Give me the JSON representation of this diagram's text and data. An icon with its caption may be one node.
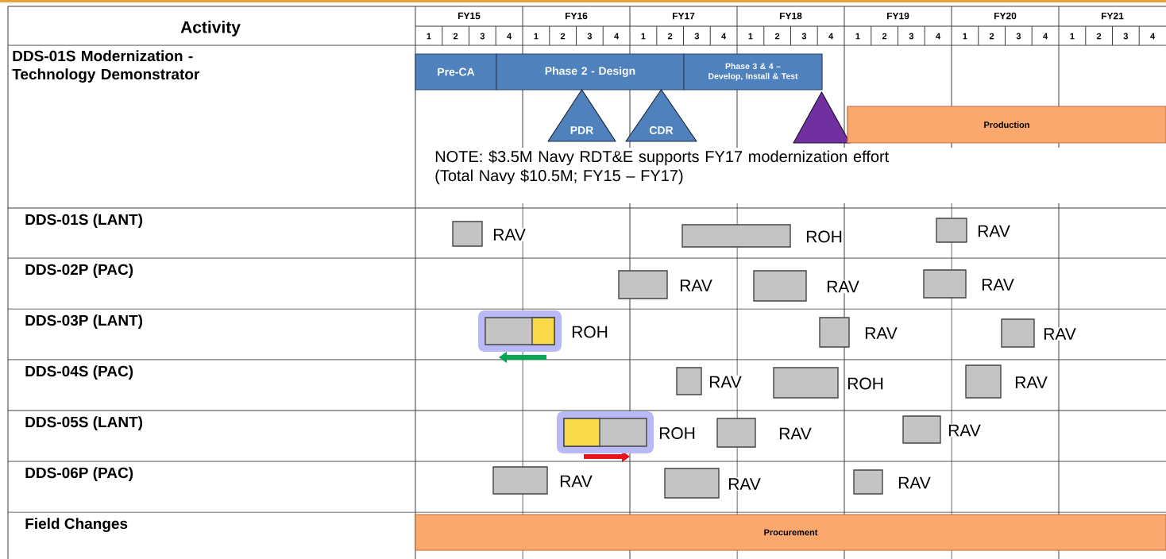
{
  "diagram": {
    "nodes": [
      {
        "text": [
          "Pre-CA"
        ]
      },
      {
        "text": [
          "Phase 2 - Design"
        ]
      },
      {
        "text": [
          "Phase 3 & 4 – Develop, Install & Test"
        ]
      },
      {
        "text": [
          "PDR"
        ]
      },
      {
        "text": [
          "CDR"
        ]
      },
      {
        "text": [],
        "shape": "triangle"
      },
      {
        "text": [
          "Production"
        ]
      },
      {
        "text": [],
        "shape": "bar",
        "beside": [
          "RAV"
        ]
      },
      {
        "text": [],
        "shape": "bar",
        "beside": [
          "ROH"
        ]
      },
      {
        "text": [],
        "shape": "bar",
        "beside": [
          "RAV"
        ]
      },
      {
        "text": [],
        "shape": "bar",
        "beside": [
          "RAV"
        ]
      },
      {
        "text": [],
        "shape": "bar",
        "beside": [
          "RAV"
        ]
      },
      {
        "text": [],
        "shape": "bar",
        "beside": [
          "RAV"
        ]
      },
      {
        "text": [],
        "shape": "bar",
        "beside": [
          "ROH"
        ]
      },
      {
        "text": [],
        "shape": "bar",
        "beside": [
          "RAV"
        ]
      },
      {
        "text": [],
        "shape": "bar",
        "beside": [
          "RAV"
        ]
      },
      {
        "text": [],
        "shape": "bar",
        "beside": [
          "RAV"
        ]
      },
      {
        "text": [],
        "shape": "bar",
        "beside": [
          "ROH"
        ]
      },
      {
        "text": [],
        "shape": "bar",
        "beside": [
          "RAV"
        ]
      },
      {
        "text": [],
        "shape": "bar",
        "beside": [
          "ROH"
        ]
      },
      {
        "text": [],
        "shape": "bar",
        "beside": [
          "RAV"
        ]
      },
      {
        "text": [],
        "shape": "bar",
        "beside": [
          "RAV"
        ]
      },
      {
        "text": [],
        "shape": "bar",
        "beside": [
          "RAV"
        ]
      },
      {
        "text": [],
        "shape": "bar",
        "beside": [
          "RAV"
        ]
      },
      {
        "text": [],
        "shape": "bar",
        "beside": [
          "RAV"
        ]
      },
      {
        "text": [
          "Procurement"
        ]
      }
    ],
    "labels": [
      "Activity",
      "FY15",
      "FY16",
      "FY17",
      "FY18",
      "FY19",
      "FY20",
      "FY21",
      "1",
      "2",
      "3",
      "4",
      "1",
      "2",
      "3",
      "4",
      "1",
      "2",
      "3",
      "4",
      "1",
      "2",
      "3",
      "4",
      "1",
      "2",
      "3",
      "4",
      "1",
      "2",
      "3",
      "4",
      "1",
      "2",
      "3",
      "4",
      "DDS-01S Modernization - Technology Demonstrator",
      "NOTE: $3.5M Navy RDT&E supports FY17 modernization effort (Total Navy $10.5M; FY15 – FY17)",
      "DDS-01S (LANT)",
      "DDS-02P (PAC)",
      "DDS-03P (LANT)",
      "DDS-04S (PAC)",
      "DDS-05S (LANT)",
      "DDS-06P (PAC)",
      "Field Changes"
    ]
  }
}
